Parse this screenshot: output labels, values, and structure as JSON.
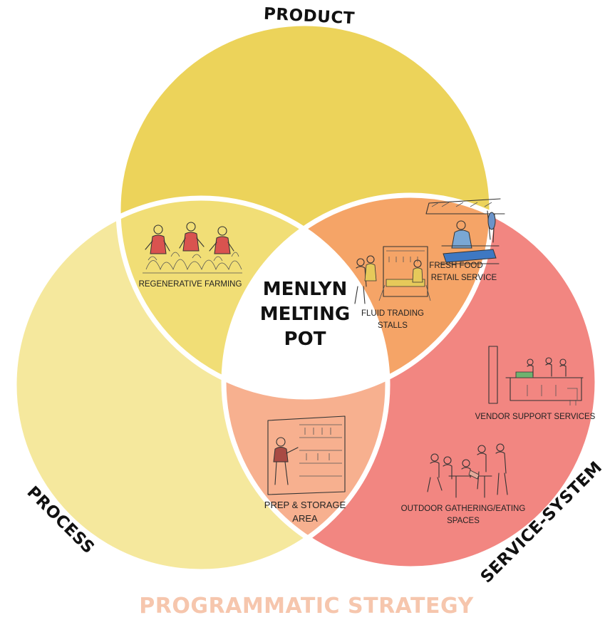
{
  "diagram": {
    "circle_labels": {
      "product": "PRODUCT",
      "process": "PROCESS",
      "service_system": "SERVICE-SYSTEM"
    },
    "center": {
      "line1": "MENLYN",
      "line2": "MELTING",
      "line3": "POT"
    },
    "regions": {
      "regenerative_farming": "REGENERATIVE FARMING",
      "fresh_food_line1": "FRESH FOOD",
      "fresh_food_line2": "RETAIL SERVICE",
      "fluid_trading_line1": "FLUID TRADING",
      "fluid_trading_line2": "STALLS",
      "vendor_support": "VENDOR SUPPORT SERVICES",
      "outdoor_line1": "OUTDOOR GATHERING/EATING",
      "outdoor_line2": "SPACES",
      "prep_line1": "PREP & STORAGE",
      "prep_line2": "AREA"
    },
    "footer_title": "PROGRAMMATIC STRATEGY",
    "colors": {
      "product": "#ecd35a",
      "process": "#f5e89d",
      "service_system": "#f28681",
      "product_process_overlap": "#f1de76",
      "product_service_overlap": "#f5a467",
      "process_service_overlap": "#f7b08f",
      "center": "#ffffff",
      "footer": "#f6c6ad"
    },
    "icons": [
      "farmers-sketch",
      "fish-market-sketch",
      "trading-stall-sketch",
      "kitchen-sketch",
      "people-eating-sketch",
      "storage-shelf-sketch"
    ]
  }
}
